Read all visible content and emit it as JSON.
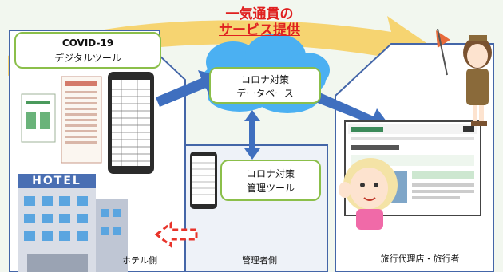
{
  "headline": {
    "line1": "一気通貫の",
    "line2": "サービス提供"
  },
  "boxes": {
    "covid_tool": {
      "line1": "COVID-19",
      "line2": "デジタルツール"
    },
    "database": {
      "line1": "コロナ対策",
      "line2": "データベース"
    },
    "admin_tool": {
      "line1": "コロナ対策",
      "line2": "管理ツール"
    }
  },
  "zones": {
    "hotel": "ホテル側",
    "admin": "管理者側",
    "agency": "旅行代理店・旅行者"
  },
  "building_sign": "HOTEL",
  "colors": {
    "box_border": "#8bbf4a",
    "arrow_blue": "#3f6fbf",
    "cloud": "#3ea6f0",
    "banner": "#f4c84a",
    "headline": "#e02020"
  }
}
